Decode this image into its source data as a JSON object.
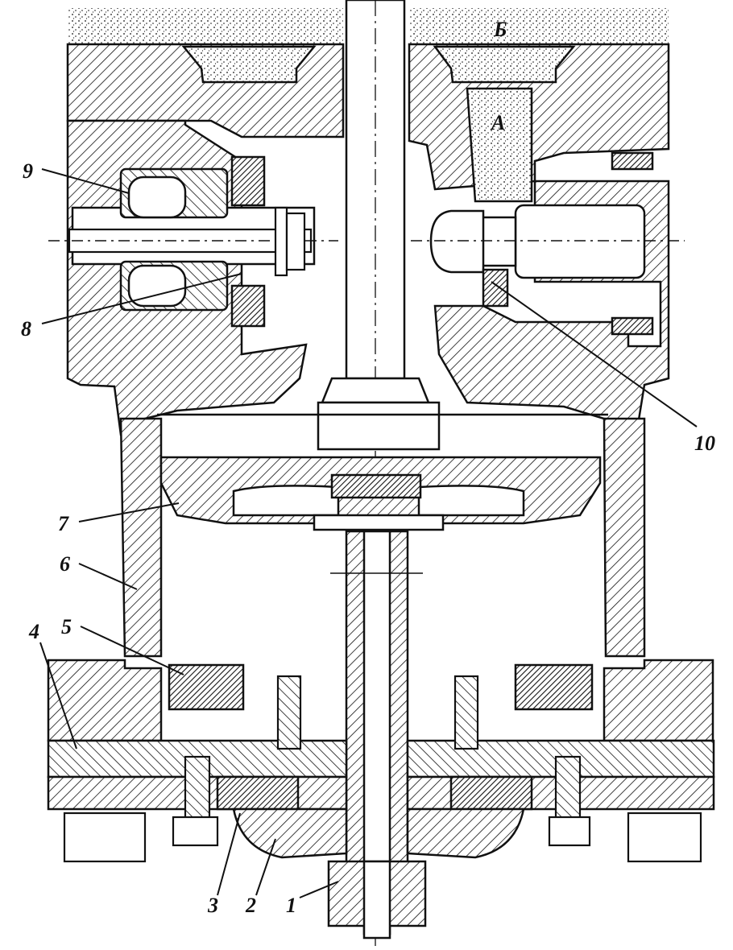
{
  "figure": {
    "callouts": {
      "c1": "1",
      "c2": "2",
      "c3": "3",
      "c4": "4",
      "c5": "5",
      "c6": "6",
      "c7": "7",
      "c8": "8",
      "c9": "9",
      "c10": "10"
    },
    "zones": {
      "b": "Б",
      "a": "А"
    }
  },
  "colors": {
    "ink": "#111111",
    "paper": "#ffffff"
  }
}
